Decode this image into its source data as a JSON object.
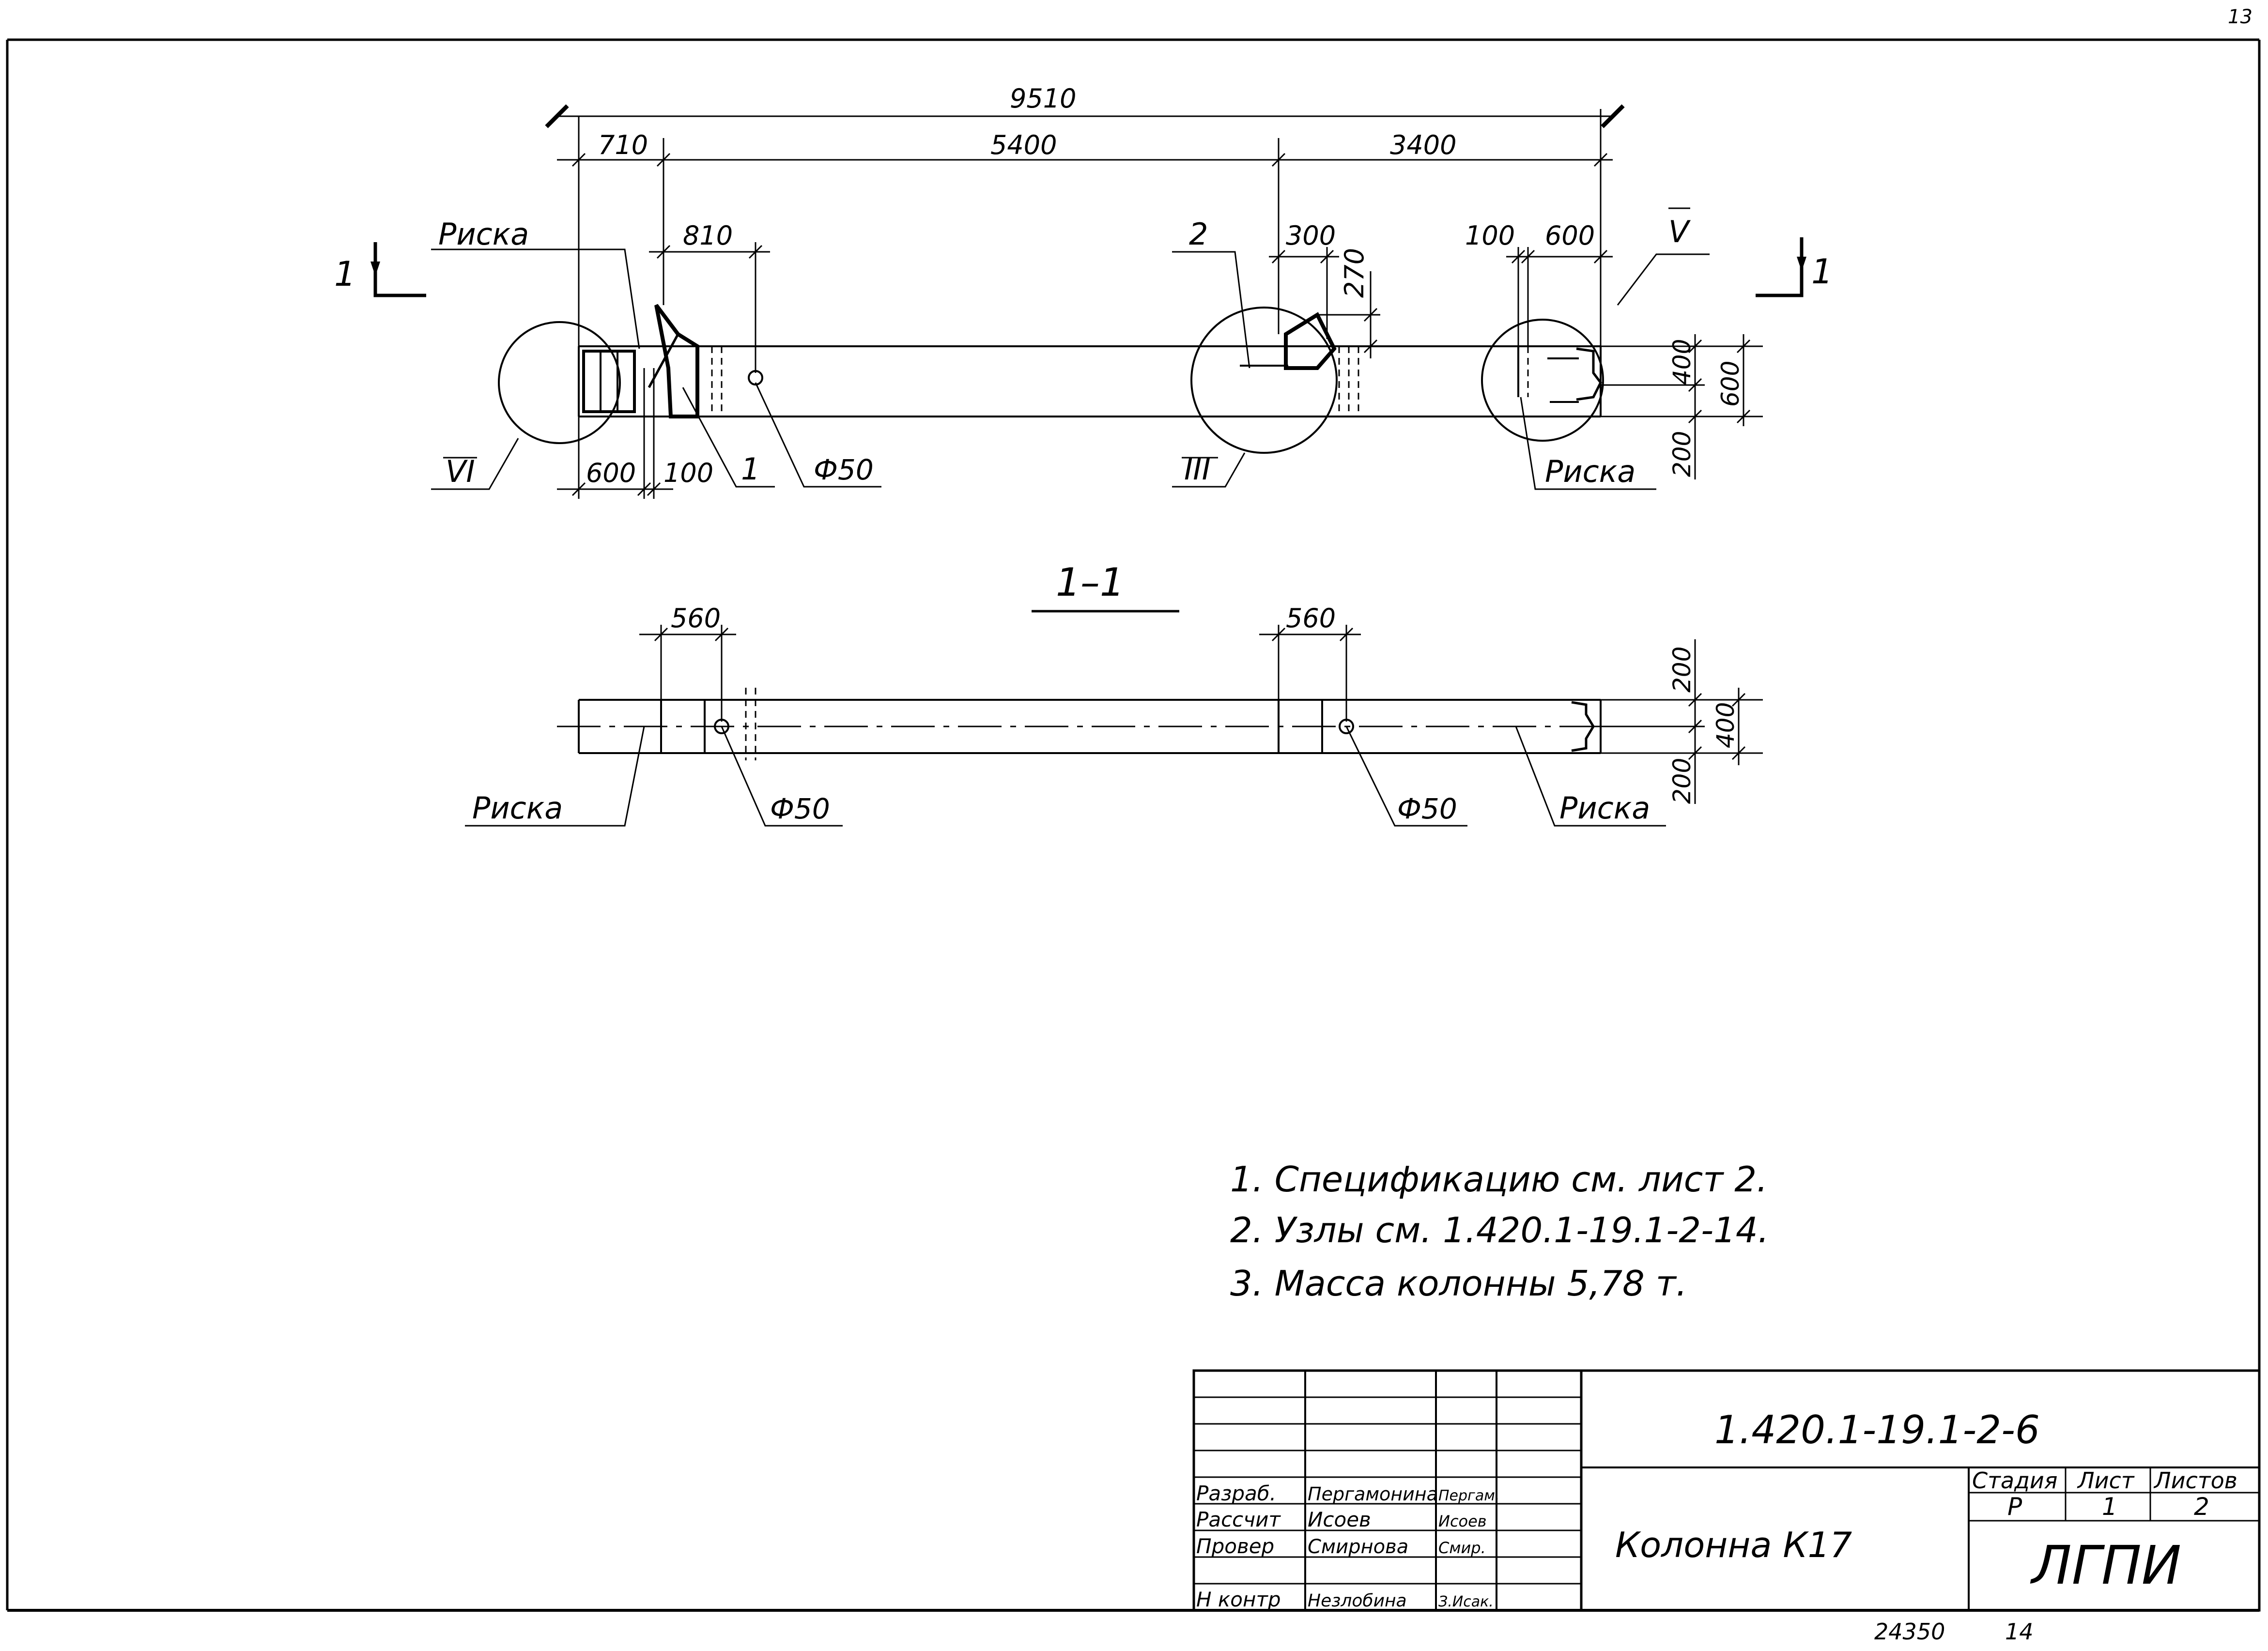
{
  "corner_mark": "13",
  "plan": {
    "dimensions": {
      "overall": "9510",
      "left": "710",
      "middle": "5400",
      "right": "3400",
      "d810": "810",
      "d300": "300",
      "d270": "270",
      "d100_top": "100",
      "d600_top": "600",
      "d600_bottom": "600",
      "d100_bottom": "100",
      "d400": "400",
      "d600_right": "600",
      "d200": "200"
    },
    "labels": {
      "riska_top": "Риска",
      "riska_bottom": "Риска",
      "node_2": "2",
      "node_1": "1",
      "phi50": "Ф50",
      "node_V": "V",
      "node_VI": "VI",
      "node_III": "III"
    },
    "section_marks": {
      "left": "1",
      "right": "1"
    }
  },
  "section": {
    "title": "1–1",
    "dimensions": {
      "d560_left": "560",
      "d560_right": "560",
      "d200_top": "200",
      "d400": "400",
      "d200_bottom": "200"
    },
    "labels": {
      "riska_left": "Риска",
      "phi50_left": "Ф50",
      "phi50_right": "Ф50",
      "riska_right": "Риска"
    }
  },
  "notes": [
    "1. Спецификацию см. лист 2.",
    "2. Узлы см. 1.420.1-19.1-2-14.",
    "3. Масса колонны 5,78 т."
  ],
  "title_block": {
    "code": "1.420.1-19.1-2-6",
    "title": "Колонна К17",
    "stage_header": "Стадия",
    "sheet_header": "Лист",
    "sheets_header": "Листов",
    "stage": "Р",
    "sheet": "1",
    "sheets": "2",
    "org": "ЛГПИ",
    "roles": [
      {
        "role": "Разраб.",
        "name": "Пергамонина",
        "signature": "Пергам."
      },
      {
        "role": "Рассчит",
        "name": "Исоев",
        "signature": "Исоев"
      },
      {
        "role": "Провер",
        "name": "Смирнова",
        "signature": "Смир."
      },
      {
        "role": "Н контр",
        "name": "Незлобина",
        "signature": "З.Исак."
      }
    ]
  },
  "footer": {
    "archive": "24350",
    "number": "14"
  }
}
